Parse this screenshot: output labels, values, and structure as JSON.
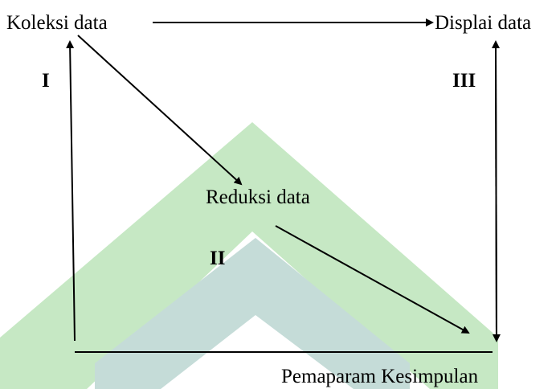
{
  "watermark": {
    "outer_color": "#c6e8c4",
    "inner_color": "#c5dcd8"
  },
  "nodes": {
    "koleksi": "Koleksi data",
    "displai": "Displai data",
    "reduksi": "Reduksi data",
    "kesimpulan": "Pemaparam Kesimpulan"
  },
  "colors": {
    "reduksi": "#2a5a2a",
    "default": "#000000"
  },
  "roman": {
    "one": "I",
    "two": "II",
    "three": "III"
  }
}
